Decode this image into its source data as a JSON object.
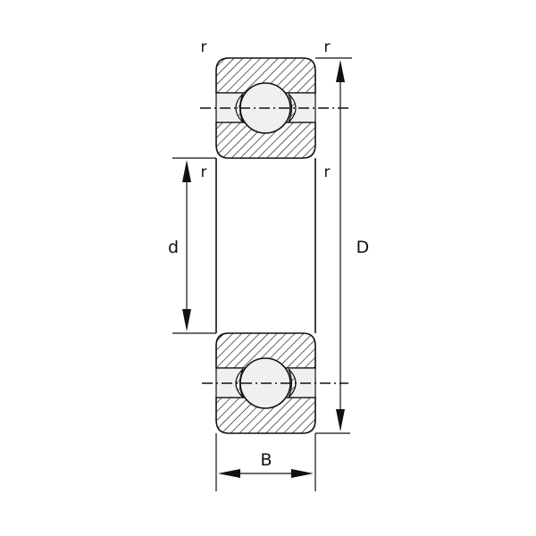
{
  "labels": {
    "r_top_left": "r",
    "r_top_right": "r",
    "r_inner_left": "r",
    "r_inner_right": "r",
    "d": "d",
    "D": "D",
    "B": "B"
  },
  "colors": {
    "stroke": "#111111",
    "hatch_background": "#ffffff",
    "ball_fill": "#f0f0f0",
    "raceway_fill": "#f0f0f0"
  }
}
